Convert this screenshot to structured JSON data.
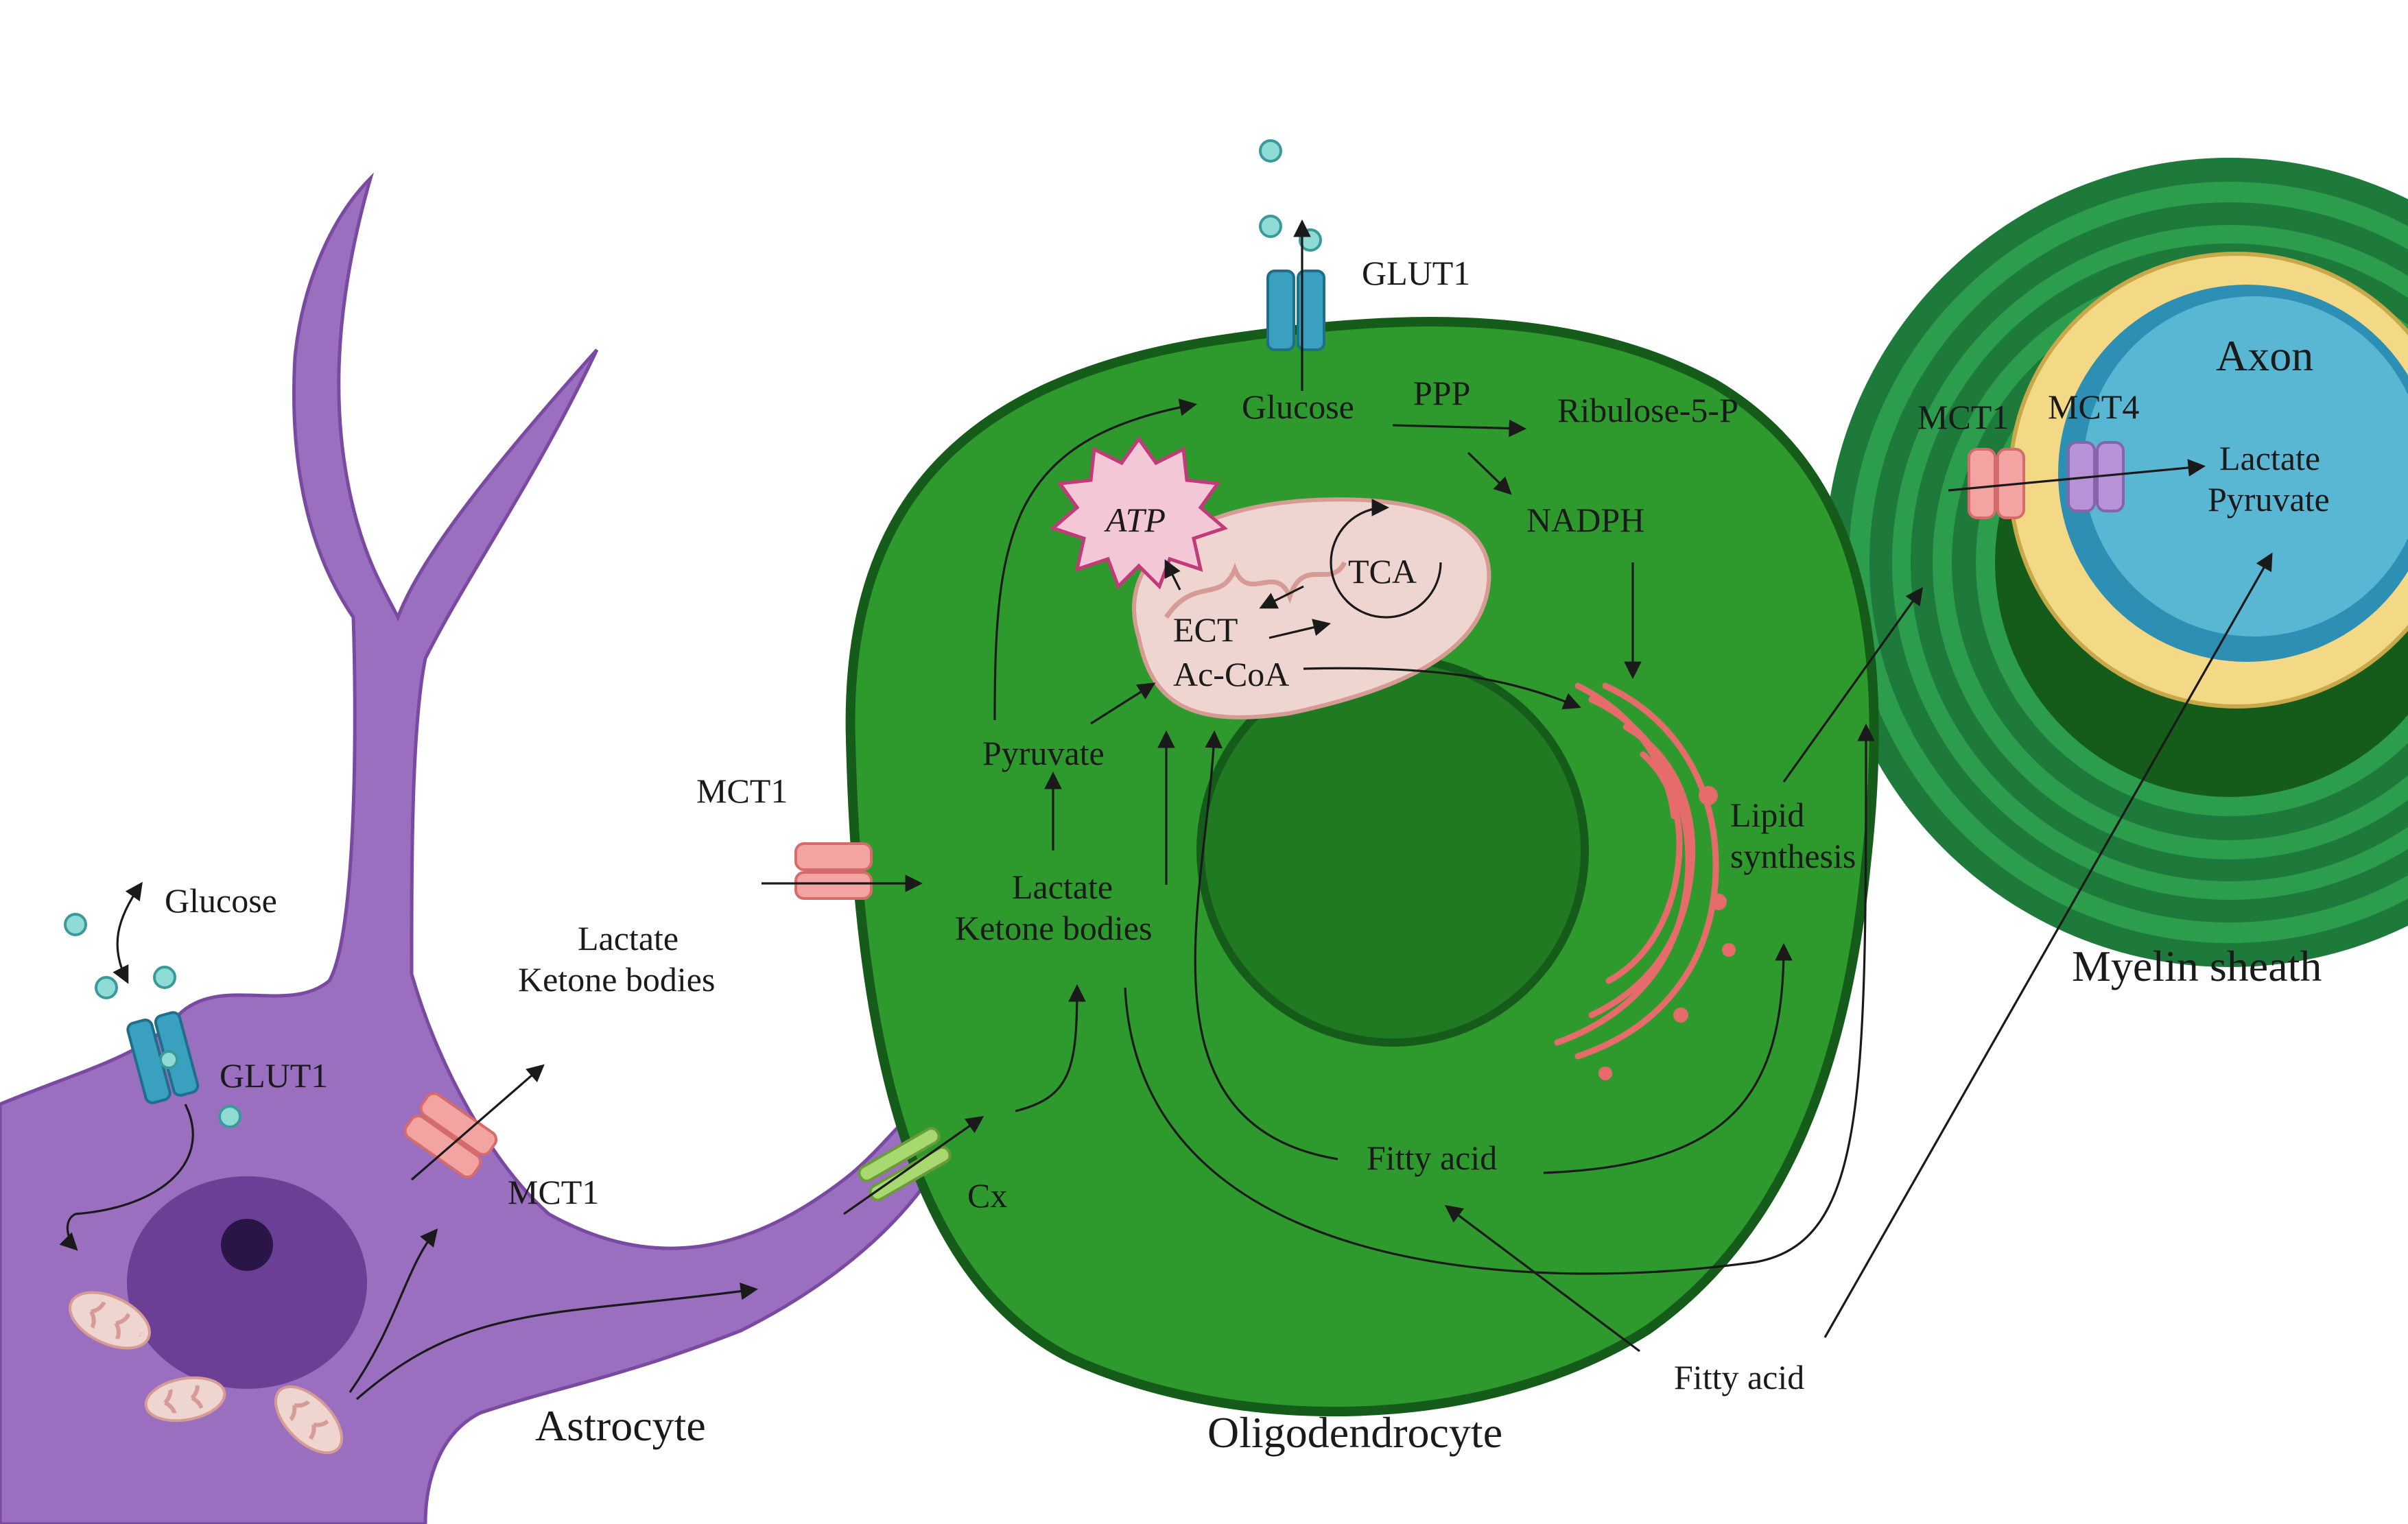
{
  "labels": {
    "glucose_astro": "Glucose",
    "glut1_astro": "GLUT1",
    "mct1_astro": "MCT1",
    "astrocyte": "Astrocyte",
    "lactate_ketone_outside_1": "Lactate",
    "lactate_ketone_outside_2": "Ketone bodies",
    "mct1_membrane": "MCT1",
    "cx": "Cx",
    "glut1_top": "GLUT1",
    "glucose_oligo": "Glucose",
    "ppp": "PPP",
    "ribulose": "Ribulose-5-P",
    "nadph": "NADPH",
    "atp": "ATP",
    "tca": "TCA",
    "ect": "ECT",
    "acetyl_coa": "Ac-CoA",
    "pyruvate": "Pyruvate",
    "lactate_inside": "Lactate",
    "ketone_inside": "Ketone bodies",
    "lipid_1": "Lipid",
    "lipid_2": "synthesis",
    "fatty_acid_inside": "Fitty acid",
    "fatty_acid_outside": "Fitty acid",
    "oligodendrocyte": "Oligodendrocyte",
    "mct1_axon": "MCT1",
    "mct4_axon": "MCT4",
    "axon": "Axon",
    "axon_lactate": "Lactate",
    "axon_pyruvate": "Pyruvate",
    "myelin": "Myelin sheath"
  },
  "colors": {
    "astrocyte_body": "#9b6fbf",
    "astrocyte_outline": "#7a4aa3",
    "astro_nucleus": "#6b3f95",
    "nucleolus": "#2a1547",
    "oligo_body": "#2e9a2e",
    "oligo_outline": "#155c1a",
    "oligo_nucleus": "#1f7a22",
    "mitochondria": "#efd5d0",
    "er": "#e66b6b",
    "mct1": "#f4a3a3",
    "mct4": "#b593d6",
    "glut1": "#3aa0c0",
    "connexin": "#a8d870",
    "myelin_dark": "#1e7a3a",
    "myelin_light": "#2c9d4c",
    "axon_gold": "#f3d985",
    "axon_blue_outer": "#2c8fb3",
    "axon_blue_inner": "#5ab7d4",
    "glucose_dot": "#8fdcd6",
    "atp_star": "#f3c7d6"
  }
}
